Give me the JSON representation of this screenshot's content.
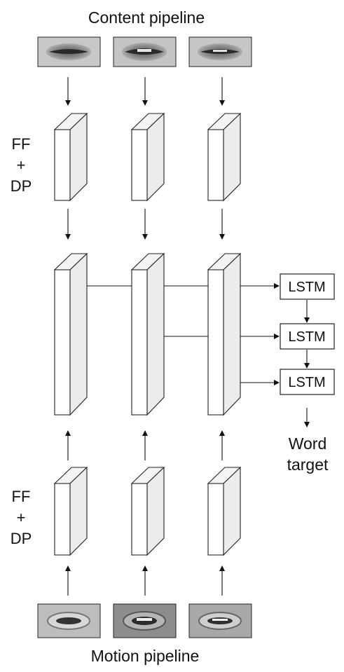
{
  "content_pipeline": {
    "title": "Content pipeline",
    "frames": [
      "mouth-frame-1",
      "mouth-frame-2",
      "mouth-frame-3"
    ]
  },
  "motion_pipeline": {
    "title": "Motion pipeline",
    "frames": [
      "motion-frame-1",
      "motion-frame-2",
      "motion-frame-3"
    ]
  },
  "side_labels": {
    "top": [
      "FF",
      "+",
      "DP"
    ],
    "bottom": [
      "FF",
      "+",
      "DP"
    ]
  },
  "lstm": {
    "cells": [
      "LSTM",
      "LSTM",
      "LSTM"
    ]
  },
  "output": {
    "lines": [
      "Word",
      "target"
    ]
  },
  "colors": {
    "stroke": "#222222",
    "block_face": "#ffffff",
    "block_shade": "#ececec",
    "frame_bg": "#b9b9b9"
  }
}
